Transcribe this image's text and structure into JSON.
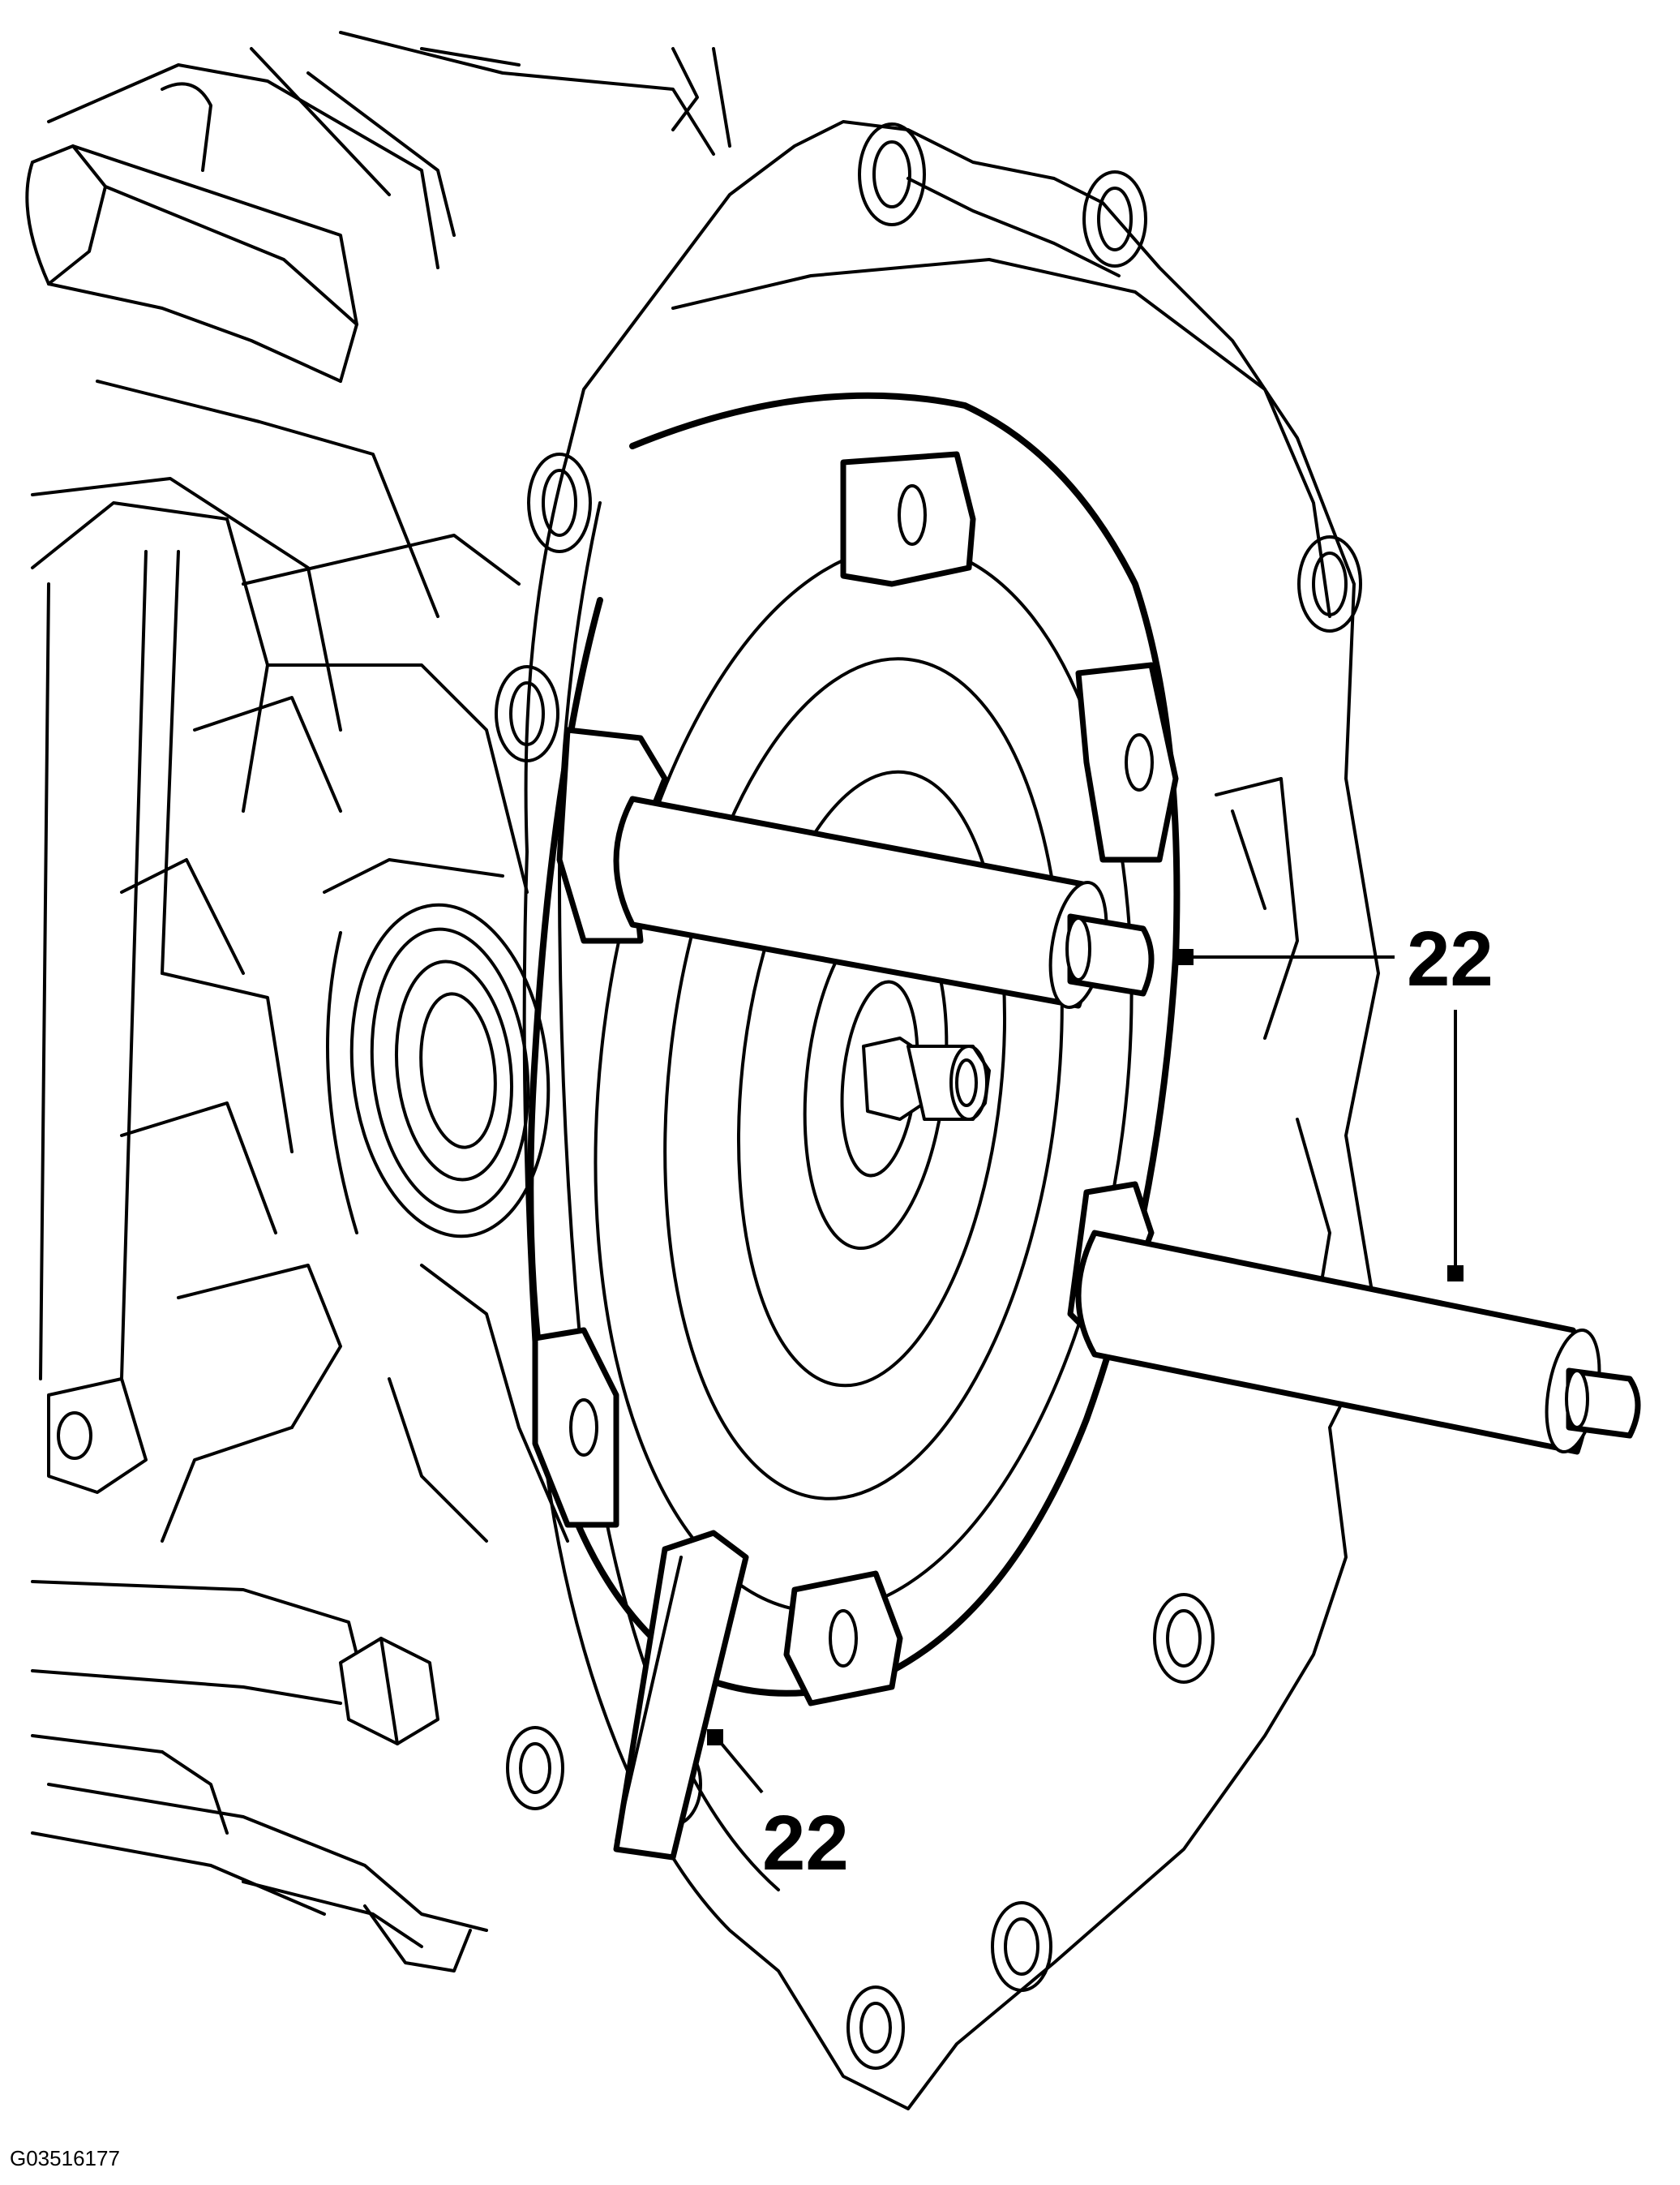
{
  "callouts": [
    {
      "label": "22"
    },
    {
      "label": "22"
    }
  ],
  "figure_id": "G03516177",
  "colors": {
    "line": "#000000",
    "background": "#ffffff"
  }
}
